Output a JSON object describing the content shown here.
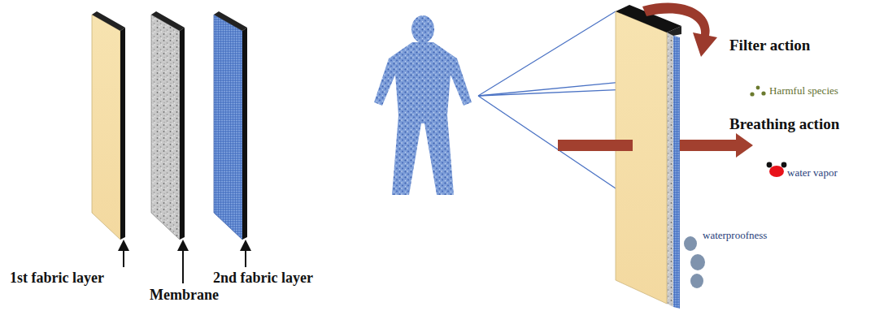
{
  "diagram": {
    "labels": [
      "1st fabric layer",
      "Membrane",
      "2nd fabric layer",
      "Filter action",
      "Harmful species",
      "Breathing action",
      "water vapor",
      "waterproofness"
    ]
  }
}
